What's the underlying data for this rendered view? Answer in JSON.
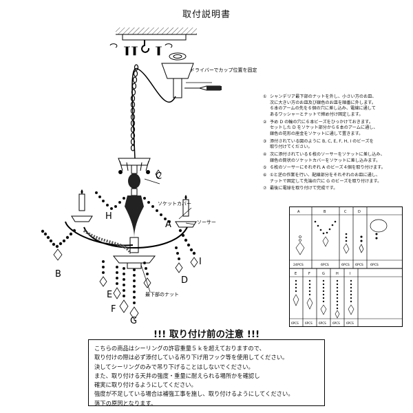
{
  "title": "取付説明書",
  "diagram_labels": {
    "driver": "ドライバーでカップ位置を固定",
    "socket_cover": "ソケットカバー",
    "saucer": "ソーサー",
    "bottom_nut": "最下部のナット",
    "C": "C",
    "H": "H",
    "A": "A",
    "B": "B",
    "D": "D",
    "I": "I",
    "E": "E",
    "F": "F",
    "G": "G"
  },
  "steps": [
    {
      "num": "①",
      "lines": [
        "シャンデリア最下部のナットを外し、小さい方のお皿、",
        "次に大きい方のお皿及び銀色のお皿を順番に外します。",
        "６本のアームの先を６個の穴に差し込み、電線に通して",
        "あるワッシャーとナットで締め付け固定します。"
      ]
    },
    {
      "num": "②",
      "lines": [
        "予め D の輪の穴に６本ビーズをひっかけておきます。",
        "セットした D をソケット部分から６本のアームに通し、",
        "銀色の花形の座金をソケットに通して置きます。"
      ]
    },
    {
      "num": "③",
      "lines": [
        "添付されている図のように B, C, E, F, H, I のビーズを",
        "取り付けてください。"
      ]
    },
    {
      "num": "④",
      "lines": [
        "次に添付されている６枚のソーサーをソケットに差し込み、",
        "銀色の筒状のソケットカバーをソケットに差し込みます。"
      ]
    },
    {
      "num": "⑤",
      "lines": [
        "６枚のソーサーにそれぞれ A のビーズ４個を取り付けます。"
      ]
    },
    {
      "num": "⑥",
      "lines": [
        "①と逆の作業を行い、配線部分をそれぞれのお皿に通し、",
        "ナットで固定して先端の穴に G のビーズを取り付けます。"
      ]
    },
    {
      "num": "⑦",
      "lines": [
        "最後に電球を取り付けて完成です。"
      ]
    }
  ],
  "parts": {
    "top_headers": [
      "A",
      "B",
      "C",
      "D"
    ],
    "top_counts": [
      "24PCS",
      "6PCS",
      "6PCS",
      "6PCS",
      "6PCS"
    ],
    "bottom_headers": [
      "E",
      "F",
      "G",
      "H",
      "I"
    ],
    "bottom_counts": [
      "6PCS",
      "6PCS",
      "6PCS",
      "6PCS",
      "6PCS"
    ]
  },
  "notice": {
    "title": "!!! 取り付け前の注意 !!!",
    "lines": [
      "こちらの商品はシーリングの許容重量５ｋを超えておりますので、",
      "取り付けの際は必ず添付している吊り下げ用フック等を使用してください。",
      "決してシーリングのみで吊り下げることはしないでください。",
      "また、取り付ける天井の強度・重量に耐えられる場所かを確認し",
      "確実に取り付けるようにしてください。",
      "強度が不足している場合は補強工事を施し、取り付けるようにしてください。",
      "落下の原因となります。"
    ]
  }
}
